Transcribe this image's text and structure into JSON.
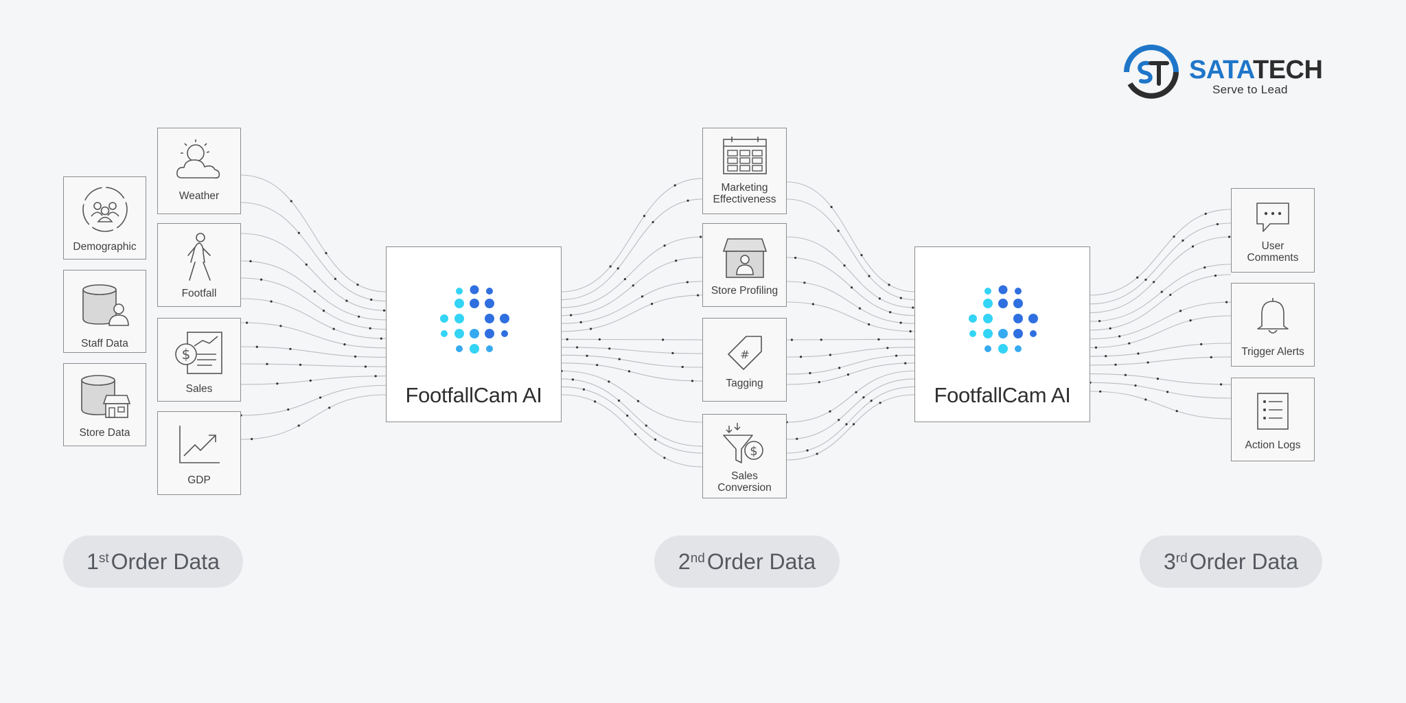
{
  "logo": {
    "name_part1": "SATA",
    "name_part2": "TECH",
    "tagline": "Serve to Lead",
    "colors": {
      "blue": "#1f76c9",
      "dark": "#2d2d2d"
    }
  },
  "first_order": {
    "col_a": [
      "Demographic",
      "Staff Data",
      "Store Data"
    ],
    "col_b": [
      "Weather",
      "Footfall",
      "Sales",
      "GDP"
    ]
  },
  "ai_engine": {
    "title": "FootfallCam AI",
    "colors": {
      "cyan": "#33d4f5",
      "mid": "#36aaf0",
      "blue": "#2f6fe0"
    }
  },
  "second_order": {
    "items": [
      {
        "line1": "Marketing",
        "line2": "Effectiveness"
      },
      {
        "line1": "Store Profiling",
        "line2": ""
      },
      {
        "line1": "Tagging",
        "line2": ""
      },
      {
        "line1": "Sales",
        "line2": "Conversion"
      }
    ]
  },
  "third_order": {
    "items": [
      {
        "line1": "User",
        "line2": "Comments"
      },
      {
        "line1": "Trigger Alerts",
        "line2": ""
      },
      {
        "line1": "Action Logs",
        "line2": ""
      }
    ]
  },
  "pills": [
    {
      "num": "1",
      "sup": "st",
      "text": "Order Data"
    },
    {
      "num": "2",
      "sup": "nd",
      "text": "Order Data"
    },
    {
      "num": "3",
      "sup": "rd",
      "text": "Order Data"
    }
  ]
}
